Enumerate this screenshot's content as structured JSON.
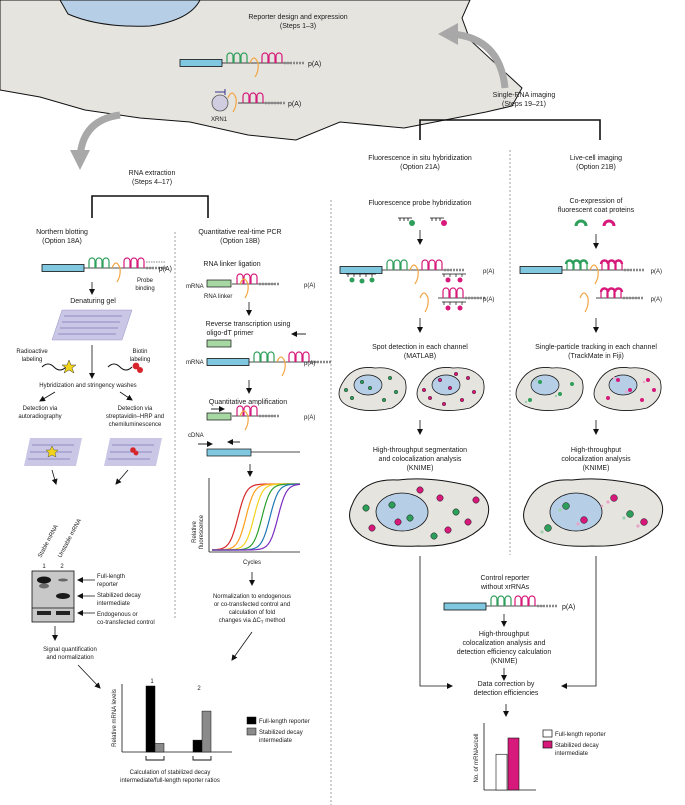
{
  "top": {
    "reporter_title": "Reporter design and expression",
    "reporter_steps": "(Steps 1–3)",
    "polyA": "p(A)",
    "xrn1": "XRN1",
    "rna_extraction_title": "RNA extraction",
    "rna_extraction_steps": "(Steps 4–17)",
    "imaging_title": "Single-RNA imaging",
    "imaging_steps": "(Steps 19–21)"
  },
  "northern": {
    "title": "Northern blotting",
    "option": "(Option 18A)",
    "probe_binding_1": "Probe",
    "probe_binding_2": "binding",
    "denaturing_gel": "Denaturing gel",
    "radioactive_1": "Radioactive",
    "radioactive_2": "labeling",
    "biotin_1": "Biotin",
    "biotin_2": "labeling",
    "hybridization": "Hybridization and stringency washes",
    "detect_auto_1": "Detection via",
    "detect_auto_2": "autoradiography",
    "detect_strep_1": "Detection via",
    "detect_strep_2": "streptavidin–HRP and",
    "detect_strep_3": "chemiluminescence",
    "stable_mrna": "Stable mRNA",
    "unstable_mrna": "Unstable mRNA",
    "lane1": "1",
    "lane2": "2",
    "full_length_1": "Full-length",
    "full_length_2": "reporter",
    "stabilized_1": "Stabilized decay",
    "stabilized_2": "intermediate",
    "endogenous_1": "Endogenous or",
    "endogenous_2": "co-transfected control",
    "signal_quant_1": "Signal quantification",
    "signal_quant_2": "and normalization"
  },
  "qpcr": {
    "title": "Quantitative real-time PCR",
    "option": "(Option 18B)",
    "linker_ligation": "RNA linker ligation",
    "mrna": "mRNA",
    "rna_linker": "RNA linker",
    "rt_1": "Reverse transcription using",
    "rt_2": "oligo-dT primer",
    "mrna2": "mRNA",
    "quant_amp": "Quantitative amplification",
    "cdna": "cDNA",
    "ylabel_1": "Relative",
    "ylabel_2": "fluorescence",
    "xlabel": "Cycles",
    "norm_1": "Normalization to endogenous",
    "norm_2": "or co-transfected control and",
    "norm_3": "calculation of fold",
    "norm_4": "changes via ΔC",
    "norm_4_sub": "T",
    "norm_4_end": " method",
    "curve_colors": [
      "#d62728",
      "#ff9f1c",
      "#f2d31b",
      "#2ca02c",
      "#1f77b4",
      "#7b2cbf"
    ]
  },
  "fish": {
    "title": "Fluorescence in situ hybridization",
    "option": "(Option 21A)",
    "probe_hyb": "Fluorescence probe hybridization",
    "spot_1": "Spot detection in each channel",
    "spot_2": "(MATLAB)",
    "ht_1": "High-throughput segmentation",
    "ht_2": "and colocalization analysis",
    "ht_3": "(KNIME)"
  },
  "live": {
    "title": "Live-cell imaging",
    "option": "(Option 21B)",
    "coexp_1": "Co-expression of",
    "coexp_2": "fluorescent coat proteins",
    "spt_1": "Single-particle tracking in each channel",
    "spt_2": "(TrackMate in Fiji)",
    "ht_1": "High-throughput",
    "ht_2": "colocalization analysis",
    "ht_3": "(KNIME)"
  },
  "control": {
    "title_1": "Control reporter",
    "title_2": "without xrRNAs",
    "eff_1": "High-throughput",
    "eff_2": "colocalization analysis and",
    "eff_3": "detection efficiency calculation",
    "eff_4": "(KNIME)",
    "correction_1": "Data correction by",
    "correction_2": "detection efficiencies"
  },
  "colors": {
    "cyan": "#7fc8e0",
    "green": "#2e9e5b",
    "magenta": "#d6197a",
    "orange": "#f2a541",
    "gel": "#c9c6e6",
    "cell": "#e6e4df",
    "nucleus": "#b7cfe6",
    "arrow_gray": "#a8a8a8"
  },
  "chart_data": [
    {
      "type": "bar",
      "categories": [
        "1",
        "2"
      ],
      "series": [
        {
          "name": "Full-length reporter",
          "values": [
            1.0,
            0.18
          ]
        },
        {
          "name": "Stabilized decay intermediate",
          "values": [
            0.13,
            0.62
          ]
        }
      ],
      "title": "",
      "ylabel": "Relative mRNA levels",
      "xlabel": "Calculation of stabilized decay intermediate/full-length reporter ratios",
      "legend": "right",
      "series_colors": [
        "#000000",
        "#8a8a8a"
      ]
    },
    {
      "type": "bar",
      "categories": [
        ""
      ],
      "series": [
        {
          "name": "Full-length reporter",
          "values": [
            0.55
          ]
        },
        {
          "name": "Stabilized decay intermediate",
          "values": [
            0.8
          ]
        }
      ],
      "title": "",
      "ylabel": "No. of mRNAs/cell",
      "legend": "right",
      "series_colors": [
        "#ffffff",
        "#d6197a"
      ]
    }
  ]
}
